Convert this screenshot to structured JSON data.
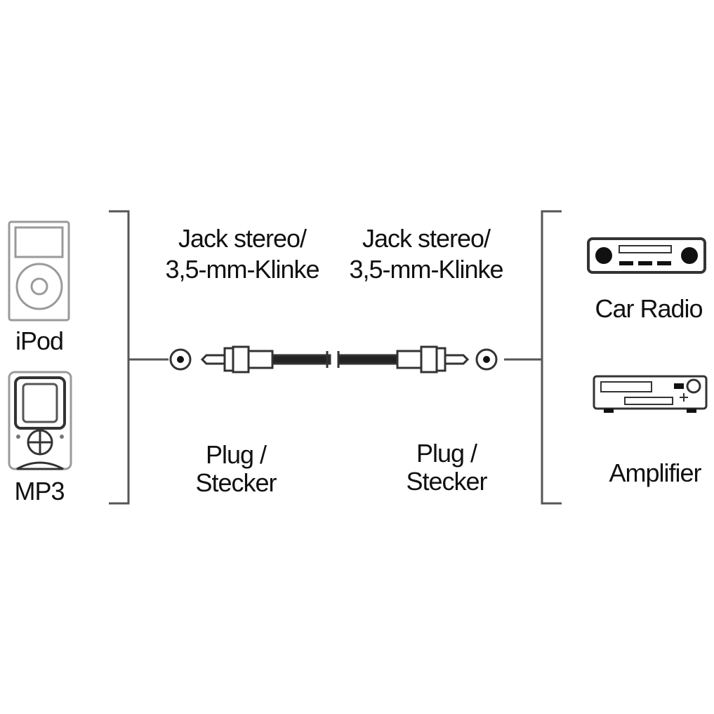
{
  "left_devices": {
    "ipod_label": "iPod",
    "mp3_label": "MP3"
  },
  "jack_left": {
    "line1": "Jack stereo/",
    "line2": "3,5-mm-Klinke"
  },
  "jack_right": {
    "line1": "Jack stereo/",
    "line2": "3,5-mm-Klinke"
  },
  "plug_left": {
    "line1": "Plug /",
    "line2": "Stecker"
  },
  "plug_right": {
    "line1": "Plug /",
    "line2": "Stecker"
  },
  "right_devices": {
    "car_radio_label": "Car Radio",
    "amplifier_label": "Amplifier"
  },
  "icons": [
    "ipod-icon",
    "mp3-player-icon",
    "jack-socket-icon",
    "cable-plug-icon",
    "car-radio-icon",
    "amplifier-icon"
  ],
  "colors": {
    "line": "#111111",
    "device_outline": "#9a9a9a",
    "background": "#ffffff"
  }
}
